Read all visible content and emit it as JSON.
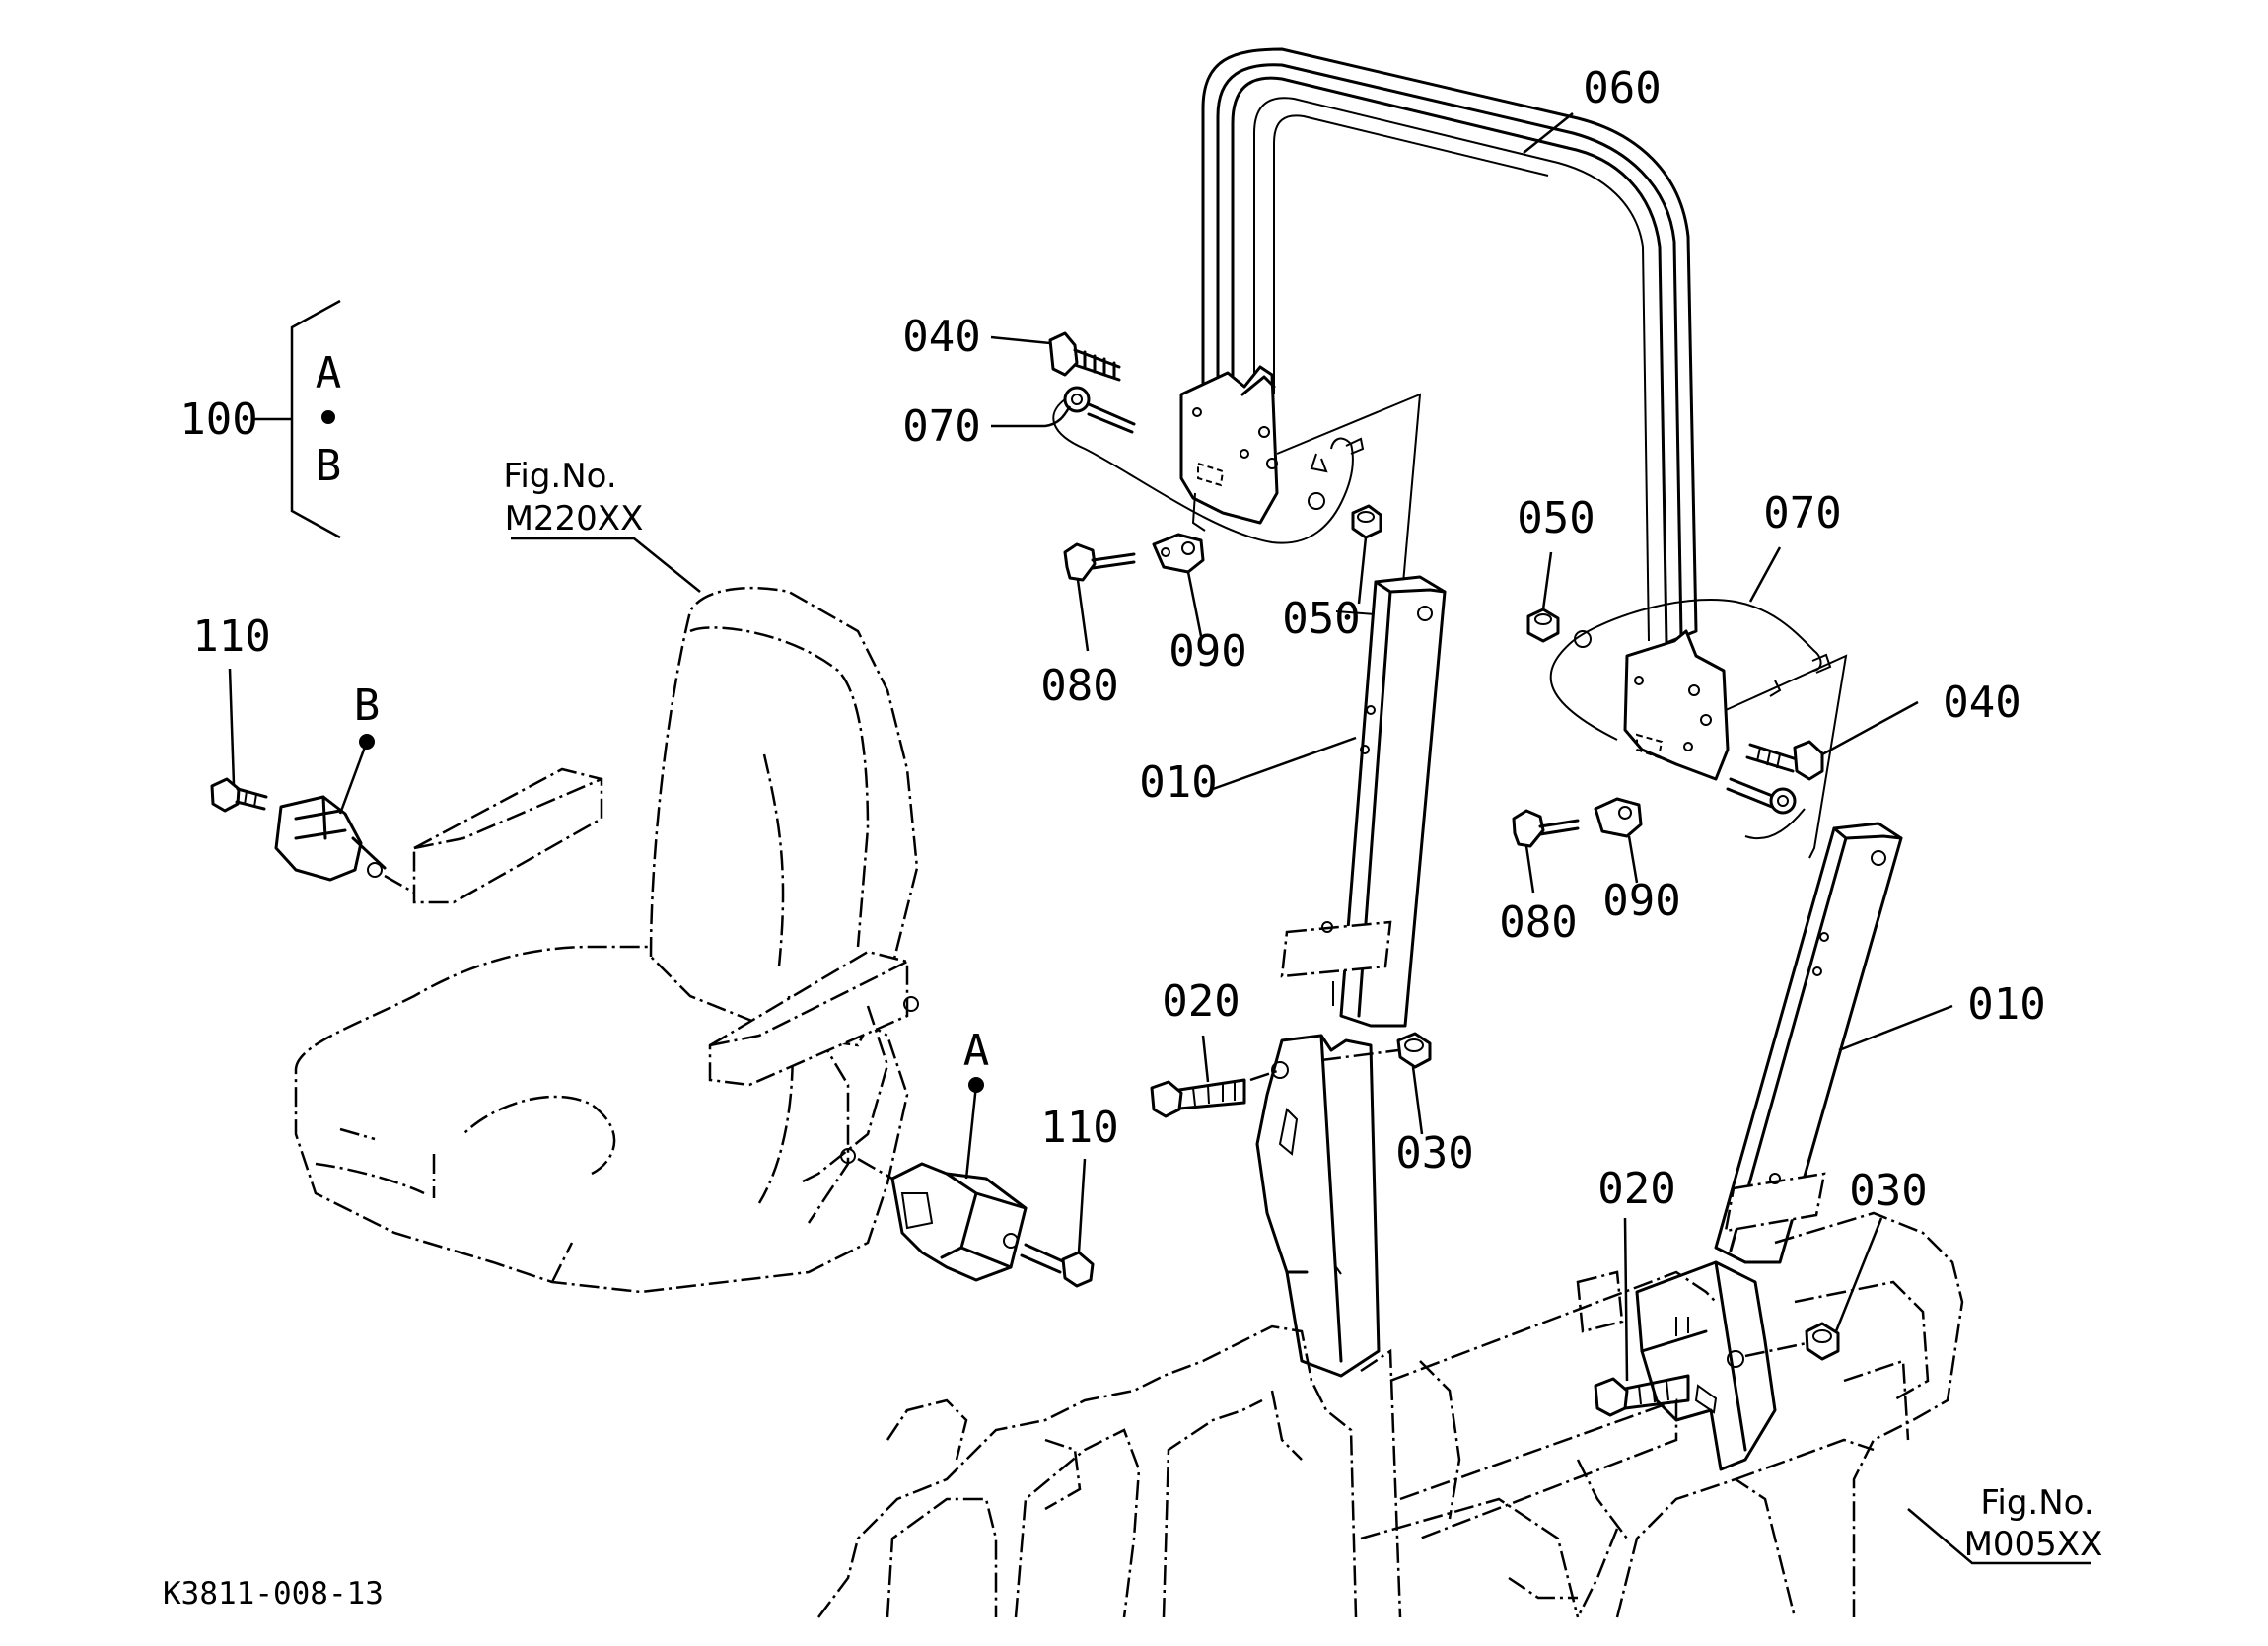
{
  "labels": {
    "p010_a": "010",
    "p010_b": "010",
    "p020_a": "020",
    "p020_b": "020",
    "p030_a": "030",
    "p030_b": "030",
    "p040_a": "040",
    "p040_b": "040",
    "p050_a": "050",
    "p050_b": "050",
    "p060": "060",
    "p070_a": "070",
    "p070_b": "070",
    "p080_a": "080",
    "p080_b": "080",
    "p090_a": "090",
    "p090_b": "090",
    "p100": "100",
    "p110_a": "110",
    "p110_b": "110"
  },
  "kit_callout": {
    "letter_a": "A",
    "letter_b": "B"
  },
  "detail_markers": {
    "a": "A",
    "b": "B"
  },
  "fig_refs": {
    "seat": {
      "line1": "Fig.No.",
      "line2": "M220XX"
    },
    "frame": {
      "line1": "Fig.No.",
      "line2": "M005XX"
    }
  },
  "drawing_code": "K3811-008-13"
}
